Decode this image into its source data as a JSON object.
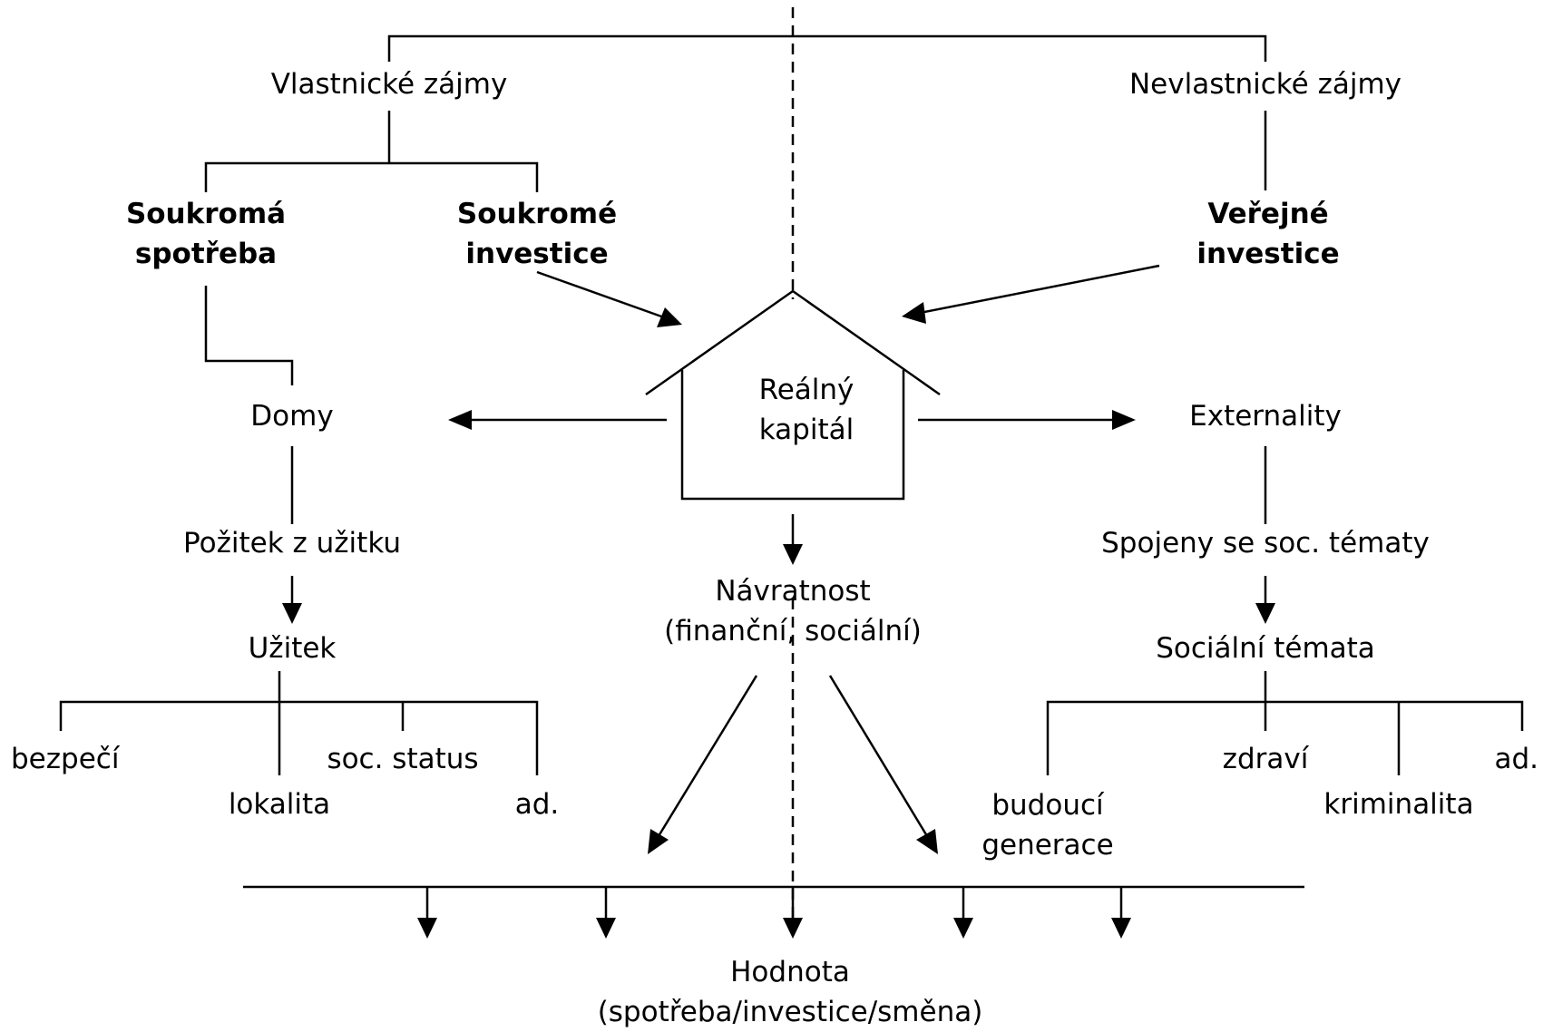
{
  "labels": {
    "vlastnicke_zajmy": "Vlastnické zájmy",
    "nevlastnicke_zajmy": "Nevlastnické zájmy",
    "soukroma_spotreba_1": "Soukromá",
    "soukroma_spotreba_2": "spotřeba",
    "soukrome_investice_1": "Soukromé",
    "soukrome_investice_2": "investice",
    "verejne_investice_1": "Veřejné",
    "verejne_investice_2": "investice",
    "realny_kapital_1": "Reálný",
    "realny_kapital_2": "kapitál",
    "domy": "Domy",
    "externality": "Externality",
    "pozitek": "Požitek z užitku",
    "spojeny": "Spojeny se soc. tématy",
    "navratnost_1": "Návratnost",
    "navratnost_2": "(finanční, sociální)",
    "uzitek": "Užitek",
    "socialni_temata": "Sociální témata",
    "bezpeci": "bezpečí",
    "lokalita": "lokalita",
    "soc_status": "soc. status",
    "ad_left": "ad.",
    "budouci_1": "budoucí",
    "budouci_2": "generace",
    "zdravi": "zdraví",
    "kriminalita": "kriminalita",
    "ad_right": "ad.",
    "hodnota_1": "Hodnota",
    "hodnota_2": "(spotřeba/investice/směna)"
  }
}
